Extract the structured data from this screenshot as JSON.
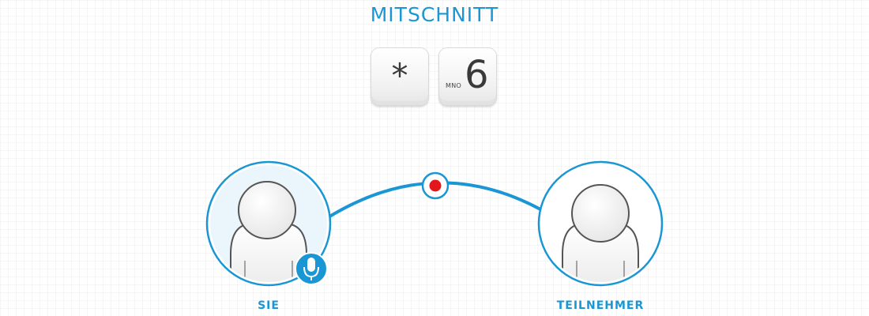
{
  "title": "MITSCHNITT",
  "keys": {
    "star": {
      "symbol": "*"
    },
    "six": {
      "digit": "6",
      "letters": "MNO"
    }
  },
  "participants": {
    "you": {
      "label": "SIE"
    },
    "other": {
      "label": "TEILNEHMER"
    }
  },
  "colors": {
    "accent": "#1a96d4",
    "record": "#e3161d",
    "highlight_fill": "#eaf5fc"
  },
  "icons": {
    "record": "record-dot-icon",
    "microphone": "microphone-icon",
    "person": "person-icon"
  }
}
